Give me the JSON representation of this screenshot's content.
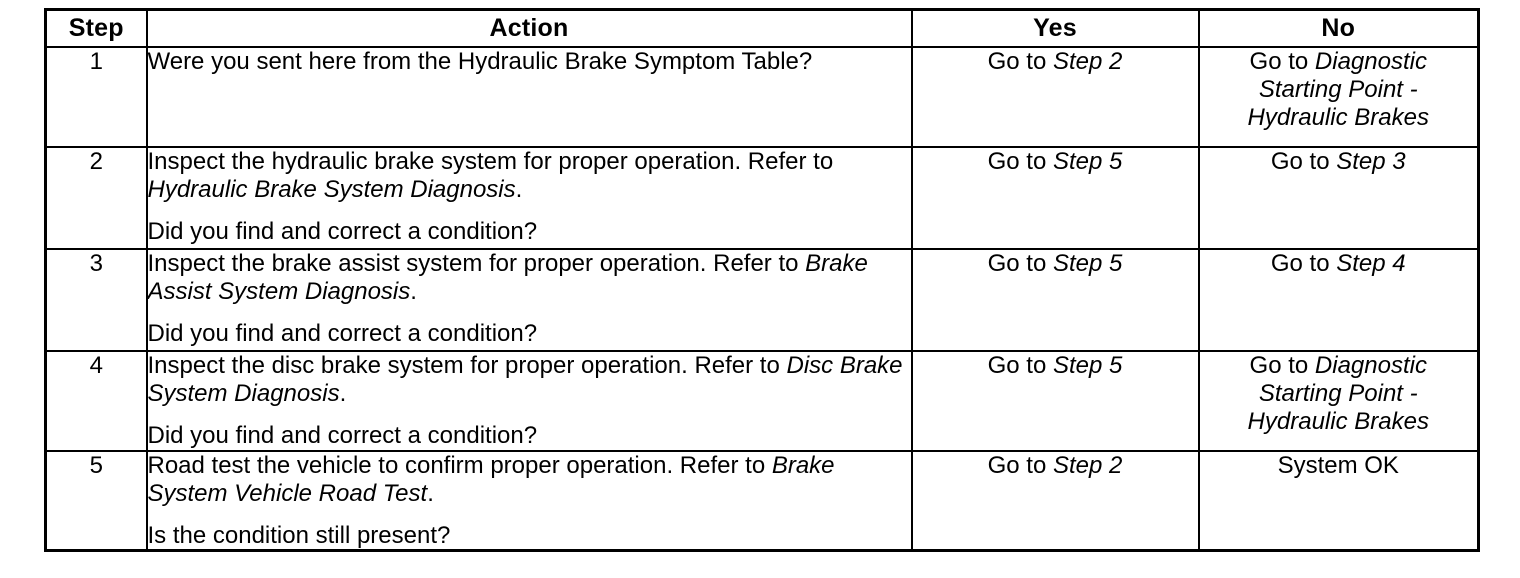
{
  "table": {
    "headers": {
      "step": "Step",
      "action": "Action",
      "yes": "Yes",
      "no": "No"
    },
    "rows": [
      {
        "step": "1",
        "action": {
          "paragraphs": [
            {
              "runs": [
                {
                  "text": "Were you sent here from the Hydraulic Brake Symptom Table?",
                  "style": "normal"
                }
              ]
            }
          ]
        },
        "yes": {
          "lines": [
            {
              "runs": [
                {
                  "text": "Go to ",
                  "style": "normal"
                },
                {
                  "text": "Step 2",
                  "style": "italic"
                }
              ]
            }
          ]
        },
        "no": {
          "lines": [
            {
              "runs": [
                {
                  "text": "Go to ",
                  "style": "normal"
                },
                {
                  "text": "Diagnostic",
                  "style": "italic"
                }
              ]
            },
            {
              "runs": [
                {
                  "text": "Starting Point -",
                  "style": "italic"
                }
              ]
            },
            {
              "runs": [
                {
                  "text": "Hydraulic Brakes",
                  "style": "italic"
                }
              ]
            }
          ]
        }
      },
      {
        "step": "2",
        "action": {
          "paragraphs": [
            {
              "runs": [
                {
                  "text": "Inspect the hydraulic brake system for proper operation. Refer to ",
                  "style": "normal"
                },
                {
                  "text": "Hydraulic Brake System Diagnosis",
                  "style": "italic"
                },
                {
                  "text": ".",
                  "style": "normal"
                }
              ]
            },
            {
              "runs": [
                {
                  "text": "Did you find and correct a condition?",
                  "style": "normal"
                }
              ]
            }
          ]
        },
        "yes": {
          "lines": [
            {
              "runs": [
                {
                  "text": "Go to ",
                  "style": "normal"
                },
                {
                  "text": "Step 5",
                  "style": "italic"
                }
              ]
            }
          ]
        },
        "no": {
          "lines": [
            {
              "runs": [
                {
                  "text": "Go to ",
                  "style": "normal"
                },
                {
                  "text": "Step 3",
                  "style": "italic"
                }
              ]
            }
          ]
        }
      },
      {
        "step": "3",
        "action": {
          "paragraphs": [
            {
              "runs": [
                {
                  "text": "Inspect the brake assist system for proper operation. Refer to ",
                  "style": "normal"
                },
                {
                  "text": "Brake Assist System Diagnosis",
                  "style": "italic"
                },
                {
                  "text": ".",
                  "style": "normal"
                }
              ]
            },
            {
              "runs": [
                {
                  "text": "Did you find and correct a condition?",
                  "style": "normal"
                }
              ]
            }
          ]
        },
        "yes": {
          "lines": [
            {
              "runs": [
                {
                  "text": "Go to ",
                  "style": "normal"
                },
                {
                  "text": "Step 5",
                  "style": "italic"
                }
              ]
            }
          ]
        },
        "no": {
          "lines": [
            {
              "runs": [
                {
                  "text": "Go to ",
                  "style": "normal"
                },
                {
                  "text": "Step 4",
                  "style": "italic"
                }
              ]
            }
          ]
        }
      },
      {
        "step": "4",
        "action": {
          "paragraphs": [
            {
              "runs": [
                {
                  "text": "Inspect the disc brake system for proper operation. Refer to ",
                  "style": "normal"
                },
                {
                  "text": "Disc Brake System Diagnosis",
                  "style": "italic"
                },
                {
                  "text": ".",
                  "style": "normal"
                }
              ]
            },
            {
              "runs": [
                {
                  "text": "Did you find and correct a condition?",
                  "style": "normal"
                }
              ]
            }
          ]
        },
        "yes": {
          "lines": [
            {
              "runs": [
                {
                  "text": "Go to ",
                  "style": "normal"
                },
                {
                  "text": "Step 5",
                  "style": "italic"
                }
              ]
            }
          ]
        },
        "no": {
          "lines": [
            {
              "runs": [
                {
                  "text": "Go to ",
                  "style": "normal"
                },
                {
                  "text": "Diagnostic",
                  "style": "italic"
                }
              ]
            },
            {
              "runs": [
                {
                  "text": "Starting Point -",
                  "style": "italic"
                }
              ]
            },
            {
              "runs": [
                {
                  "text": "Hydraulic Brakes",
                  "style": "italic"
                }
              ]
            }
          ]
        }
      },
      {
        "step": "5",
        "action": {
          "paragraphs": [
            {
              "runs": [
                {
                  "text": "Road test the vehicle to confirm proper operation. Refer to ",
                  "style": "normal"
                },
                {
                  "text": "Brake System Vehicle Road Test",
                  "style": "italic"
                },
                {
                  "text": ".",
                  "style": "normal"
                }
              ]
            },
            {
              "runs": [
                {
                  "text": "Is the condition still present?",
                  "style": "normal"
                }
              ]
            }
          ]
        },
        "yes": {
          "lines": [
            {
              "runs": [
                {
                  "text": "Go to ",
                  "style": "normal"
                },
                {
                  "text": "Step 2",
                  "style": "italic"
                }
              ]
            }
          ]
        },
        "no": {
          "lines": [
            {
              "runs": [
                {
                  "text": "System OK",
                  "style": "normal"
                }
              ]
            }
          ]
        }
      }
    ]
  },
  "colors": {
    "border": "#000000",
    "text": "#000000",
    "background": "#ffffff"
  }
}
